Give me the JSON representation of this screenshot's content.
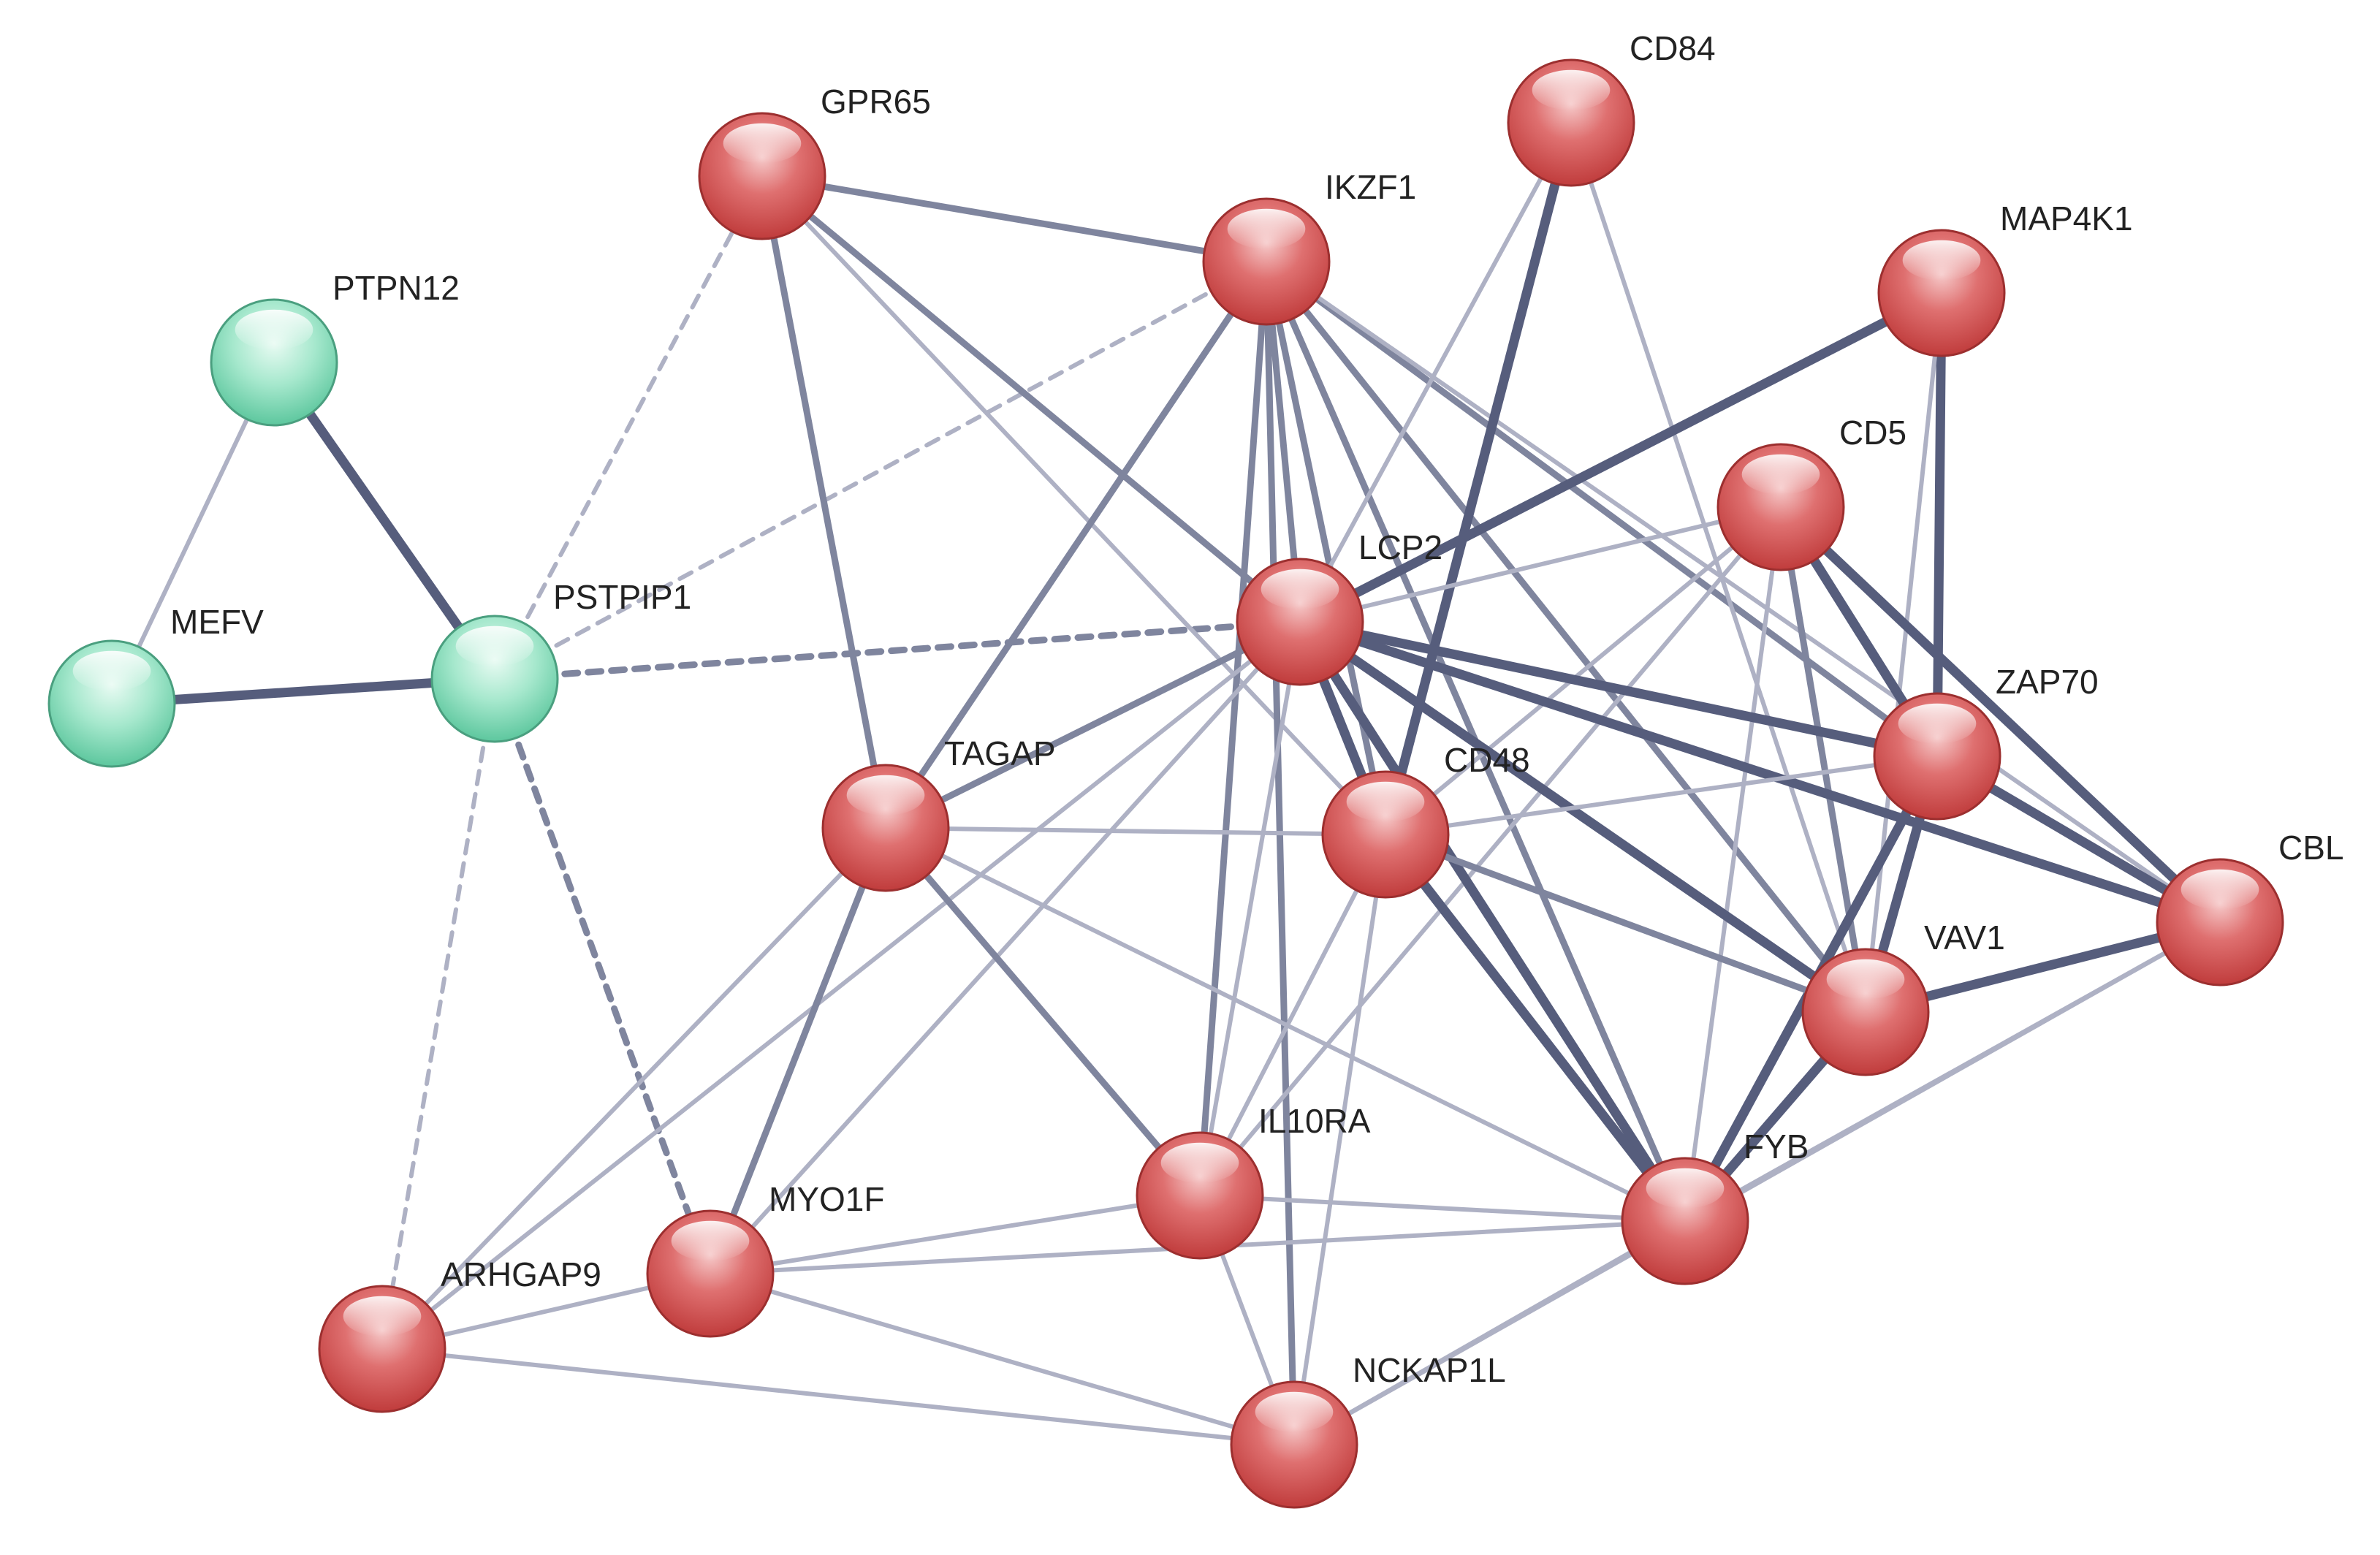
{
  "colors": {
    "cluster_red": "#d9534f",
    "cluster_green": "#7fd6b3",
    "edge_strong": "#565d7c",
    "edge_medium": "#7f859e",
    "edge_weak": "#aeb1c4"
  },
  "network": {
    "nodes": [
      {
        "id": "PTPN12",
        "label": "PTPN12",
        "cluster": "green"
      },
      {
        "id": "MEFV",
        "label": "MEFV",
        "cluster": "green"
      },
      {
        "id": "PSTPIP1",
        "label": "PSTPIP1",
        "cluster": "green"
      },
      {
        "id": "GPR65",
        "label": "GPR65",
        "cluster": "red"
      },
      {
        "id": "IKZF1",
        "label": "IKZF1",
        "cluster": "red"
      },
      {
        "id": "CD84",
        "label": "CD84",
        "cluster": "red"
      },
      {
        "id": "MAP4K1",
        "label": "MAP4K1",
        "cluster": "red"
      },
      {
        "id": "CD5",
        "label": "CD5",
        "cluster": "red"
      },
      {
        "id": "LCP2",
        "label": "LCP2",
        "cluster": "red"
      },
      {
        "id": "ZAP70",
        "label": "ZAP70",
        "cluster": "red"
      },
      {
        "id": "TAGAP",
        "label": "TAGAP",
        "cluster": "red"
      },
      {
        "id": "CD48",
        "label": "CD48",
        "cluster": "red"
      },
      {
        "id": "CBL",
        "label": "CBL",
        "cluster": "red"
      },
      {
        "id": "VAV1",
        "label": "VAV1",
        "cluster": "red"
      },
      {
        "id": "IL10RA",
        "label": "IL10RA",
        "cluster": "red"
      },
      {
        "id": "FYB",
        "label": "FYB",
        "cluster": "red"
      },
      {
        "id": "MYO1F",
        "label": "MYO1F",
        "cluster": "red"
      },
      {
        "id": "ARHGAP9",
        "label": "ARHGAP9",
        "cluster": "red"
      },
      {
        "id": "NCKAP1L",
        "label": "NCKAP1L",
        "cluster": "red"
      }
    ],
    "edges": [
      {
        "source": "PTPN12",
        "target": "PSTPIP1",
        "strength": "strong"
      },
      {
        "source": "PTPN12",
        "target": "MEFV",
        "strength": "weak"
      },
      {
        "source": "MEFV",
        "target": "PSTPIP1",
        "strength": "strong"
      },
      {
        "source": "PSTPIP1",
        "target": "LCP2",
        "strength": "medium",
        "style": "dashed"
      },
      {
        "source": "PSTPIP1",
        "target": "GPR65",
        "strength": "weak",
        "style": "dashed"
      },
      {
        "source": "PSTPIP1",
        "target": "IKZF1",
        "strength": "weak",
        "style": "dashed"
      },
      {
        "source": "PSTPIP1",
        "target": "MYO1F",
        "strength": "medium",
        "style": "dashed"
      },
      {
        "source": "PSTPIP1",
        "target": "ARHGAP9",
        "strength": "weak",
        "style": "dashed"
      },
      {
        "source": "GPR65",
        "target": "IKZF1",
        "strength": "medium"
      },
      {
        "source": "GPR65",
        "target": "TAGAP",
        "strength": "medium"
      },
      {
        "source": "GPR65",
        "target": "LCP2",
        "strength": "medium"
      },
      {
        "source": "GPR65",
        "target": "CD48",
        "strength": "weak"
      },
      {
        "source": "IKZF1",
        "target": "LCP2",
        "strength": "medium"
      },
      {
        "source": "IKZF1",
        "target": "TAGAP",
        "strength": "medium"
      },
      {
        "source": "IKZF1",
        "target": "CD48",
        "strength": "medium"
      },
      {
        "source": "IKZF1",
        "target": "IL10RA",
        "strength": "medium"
      },
      {
        "source": "IKZF1",
        "target": "NCKAP1L",
        "strength": "medium"
      },
      {
        "source": "IKZF1",
        "target": "FYB",
        "strength": "medium"
      },
      {
        "source": "IKZF1",
        "target": "VAV1",
        "strength": "medium"
      },
      {
        "source": "IKZF1",
        "target": "ZAP70",
        "strength": "medium"
      },
      {
        "source": "IKZF1",
        "target": "CBL",
        "strength": "weak"
      },
      {
        "source": "CD84",
        "target": "CD48",
        "strength": "strong"
      },
      {
        "source": "CD84",
        "target": "LCP2",
        "strength": "weak"
      },
      {
        "source": "CD84",
        "target": "VAV1",
        "strength": "weak"
      },
      {
        "source": "MAP4K1",
        "target": "LCP2",
        "strength": "strong"
      },
      {
        "source": "MAP4K1",
        "target": "ZAP70",
        "strength": "strong"
      },
      {
        "source": "MAP4K1",
        "target": "VAV1",
        "strength": "weak"
      },
      {
        "source": "CD5",
        "target": "LCP2",
        "strength": "weak"
      },
      {
        "source": "CD5",
        "target": "ZAP70",
        "strength": "strong"
      },
      {
        "source": "CD5",
        "target": "CBL",
        "strength": "strong"
      },
      {
        "source": "CD5",
        "target": "VAV1",
        "strength": "medium"
      },
      {
        "source": "CD5",
        "target": "FYB",
        "strength": "weak"
      },
      {
        "source": "CD5",
        "target": "CD48",
        "strength": "weak"
      },
      {
        "source": "CD5",
        "target": "IL10RA",
        "strength": "weak"
      },
      {
        "source": "LCP2",
        "target": "ZAP70",
        "strength": "strong"
      },
      {
        "source": "LCP2",
        "target": "CBL",
        "strength": "strong"
      },
      {
        "source": "LCP2",
        "target": "VAV1",
        "strength": "strong"
      },
      {
        "source": "LCP2",
        "target": "FYB",
        "strength": "strong"
      },
      {
        "source": "LCP2",
        "target": "CD48",
        "strength": "strong"
      },
      {
        "source": "LCP2",
        "target": "TAGAP",
        "strength": "medium"
      },
      {
        "source": "LCP2",
        "target": "IL10RA",
        "strength": "weak"
      },
      {
        "source": "LCP2",
        "target": "MYO1F",
        "strength": "weak"
      },
      {
        "source": "LCP2",
        "target": "ARHGAP9",
        "strength": "weak"
      },
      {
        "source": "ZAP70",
        "target": "CBL",
        "strength": "strong"
      },
      {
        "source": "ZAP70",
        "target": "VAV1",
        "strength": "strong"
      },
      {
        "source": "ZAP70",
        "target": "FYB",
        "strength": "strong"
      },
      {
        "source": "ZAP70",
        "target": "CD48",
        "strength": "weak"
      },
      {
        "source": "CBL",
        "target": "VAV1",
        "strength": "strong"
      },
      {
        "source": "CBL",
        "target": "FYB",
        "strength": "weak"
      },
      {
        "source": "VAV1",
        "target": "FYB",
        "strength": "strong"
      },
      {
        "source": "VAV1",
        "target": "CD48",
        "strength": "medium"
      },
      {
        "source": "TAGAP",
        "target": "CD48",
        "strength": "weak"
      },
      {
        "source": "TAGAP",
        "target": "MYO1F",
        "strength": "medium"
      },
      {
        "source": "TAGAP",
        "target": "IL10RA",
        "strength": "medium"
      },
      {
        "source": "TAGAP",
        "target": "FYB",
        "strength": "weak"
      },
      {
        "source": "TAGAP",
        "target": "ARHGAP9",
        "strength": "weak"
      },
      {
        "source": "CD48",
        "target": "FYB",
        "strength": "strong"
      },
      {
        "source": "CD48",
        "target": "IL10RA",
        "strength": "weak"
      },
      {
        "source": "CD48",
        "target": "NCKAP1L",
        "strength": "weak"
      },
      {
        "source": "IL10RA",
        "target": "FYB",
        "strength": "weak"
      },
      {
        "source": "IL10RA",
        "target": "MYO1F",
        "strength": "weak"
      },
      {
        "source": "IL10RA",
        "target": "NCKAP1L",
        "strength": "weak"
      },
      {
        "source": "FYB",
        "target": "MYO1F",
        "strength": "weak"
      },
      {
        "source": "FYB",
        "target": "NCKAP1L",
        "strength": "weak"
      },
      {
        "source": "MYO1F",
        "target": "ARHGAP9",
        "strength": "weak"
      },
      {
        "source": "MYO1F",
        "target": "NCKAP1L",
        "strength": "weak"
      },
      {
        "source": "ARHGAP9",
        "target": "NCKAP1L",
        "strength": "weak"
      },
      {
        "source": "NCKAP1L",
        "target": "CBL",
        "strength": "weak"
      }
    ]
  }
}
